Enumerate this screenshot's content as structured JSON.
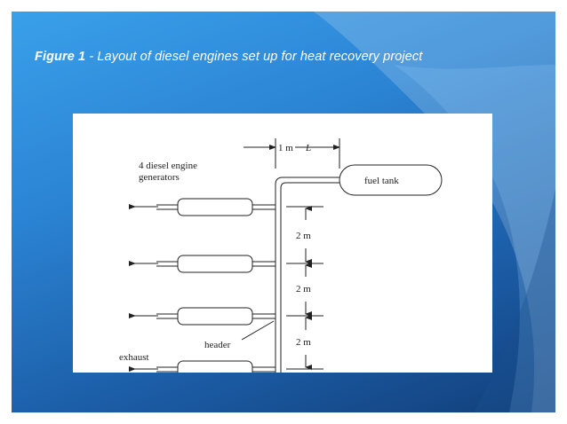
{
  "slide": {
    "title_prefix": "Figure 1",
    "title_rest": " - Layout of diesel engines set up for heat recovery project",
    "colors": {
      "bg_top": "#3aa0ea",
      "bg_bottom": "#123f7a",
      "figure_bg": "#ffffff"
    }
  },
  "diagram": {
    "label_engines_line1": "4 diesel engine",
    "label_engines_line2": "generators",
    "label_fuel_tank": "fuel tank",
    "label_header": "header",
    "label_exhaust": "exhaust",
    "dim_1m": "1 m",
    "dim_L": "L",
    "dim_2m_a": "2 m",
    "dim_2m_b": "2 m",
    "dim_2m_c": "2 m"
  }
}
